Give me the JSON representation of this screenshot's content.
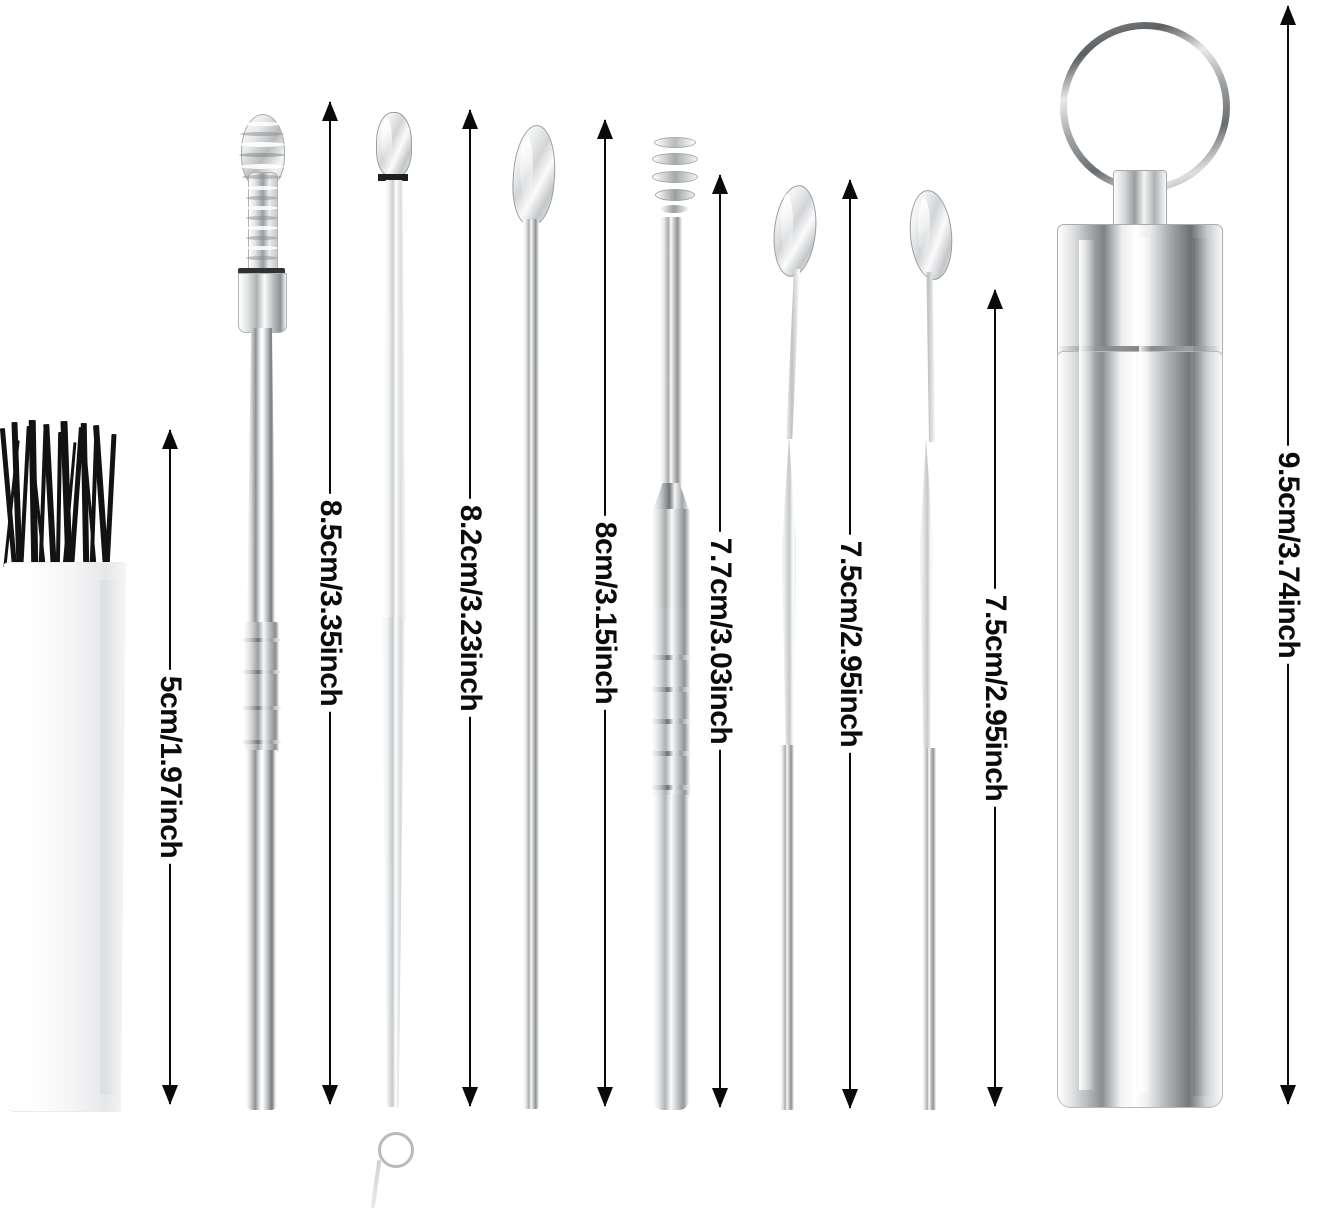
{
  "scene": {
    "title": "Ear wax removal tool set product dimension diagram",
    "background_color": "#ffffff",
    "annotation_color": "#0a0a0a",
    "metal_color": "#c9cbcd",
    "bristle_color": "#121212",
    "handle_color": "#f7f8f8"
  },
  "items": [
    {
      "name": "cleaning-brush",
      "label": "5cm/1.97inch"
    },
    {
      "name": "spiral-spring-ear-pick",
      "label": "8.5cm/3.35inch"
    },
    {
      "name": "double-ended-scoop-pick",
      "label": "8.2cm/3.23inch"
    },
    {
      "name": "flat-spatula-ear-pick",
      "label": "8cm/3.15inch"
    },
    {
      "name": "telescopic-coil-ear-pick",
      "label": "7.7cm/3.03inch"
    },
    {
      "name": "oval-spoon-ear-pick-a",
      "label": "7.5cm/2.95inch"
    },
    {
      "name": "oval-spoon-ear-pick-b",
      "label": "7.5cm/2.95inch"
    },
    {
      "name": "keychain-storage-case",
      "label": "9.5cm/3.74inch"
    }
  ],
  "dimensions": {
    "brush": "5cm/1.97inch",
    "spring_pick": "8.5cm/3.35inch",
    "double_ended": "8.2cm/3.23inch",
    "spatula": "8cm/3.15inch",
    "telescopic": "7.7cm/3.03inch",
    "spoon_a": "7.5cm/2.95inch",
    "spoon_b": "7.5cm/2.95inch",
    "case": "9.5cm/3.74inch"
  }
}
